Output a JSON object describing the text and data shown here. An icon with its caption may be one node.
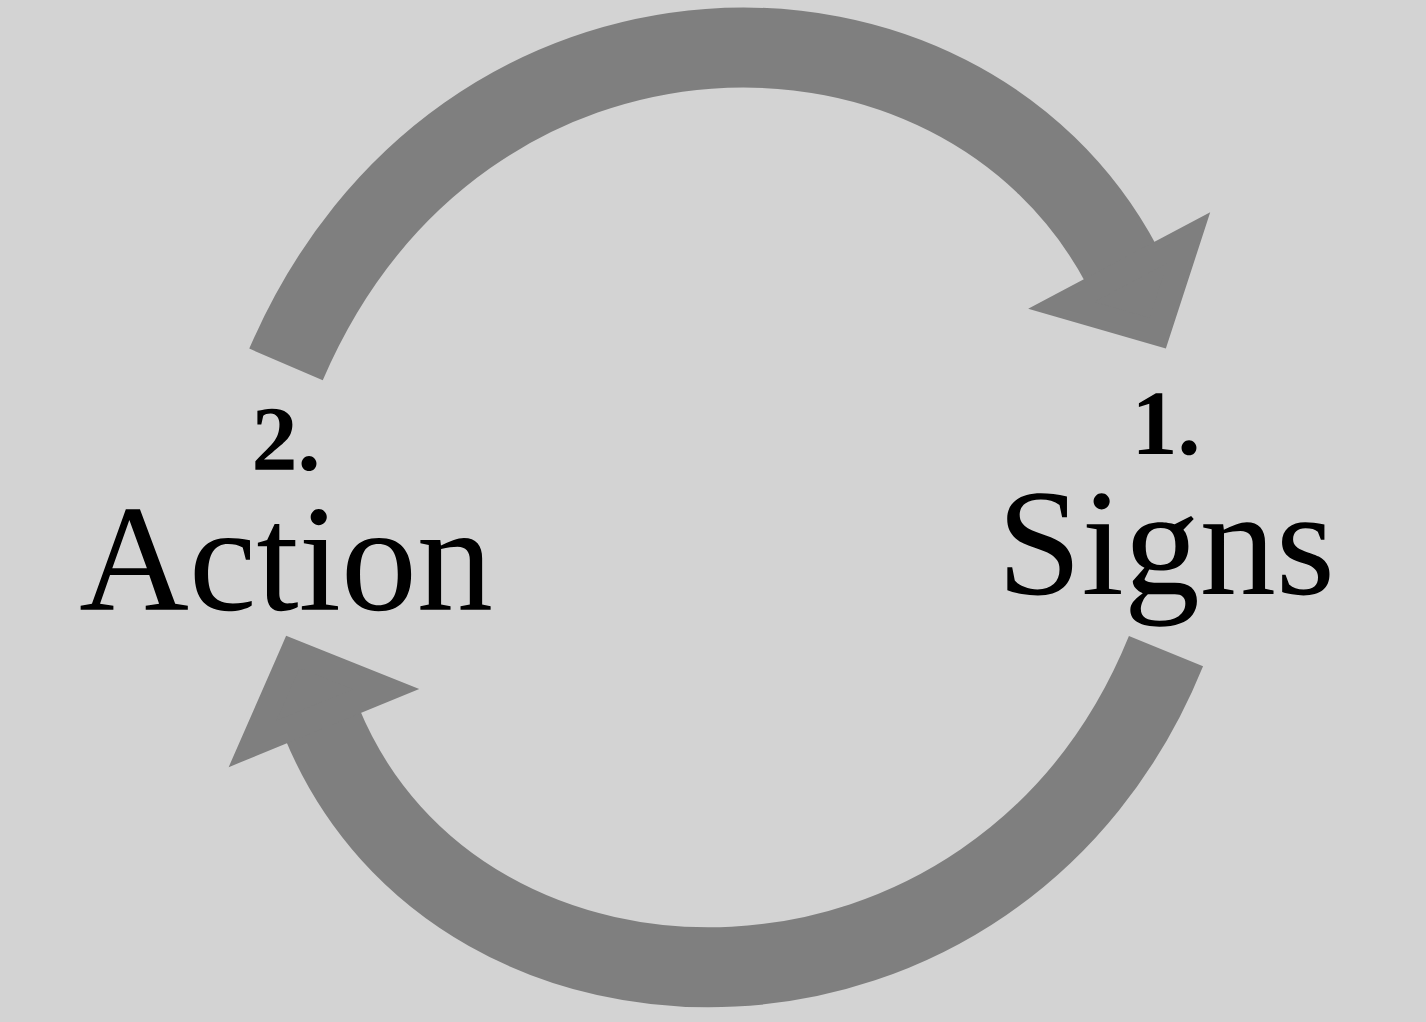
{
  "diagram": {
    "nodes": [
      {
        "text": [
          "2.",
          "Action"
        ]
      },
      {
        "text": [
          "1.",
          "Signs"
        ]
      }
    ],
    "edges": [
      {
        "from": 0,
        "to": 1,
        "arrow": "to"
      },
      {
        "from": 1,
        "to": 0,
        "arrow": "to"
      }
    ]
  }
}
